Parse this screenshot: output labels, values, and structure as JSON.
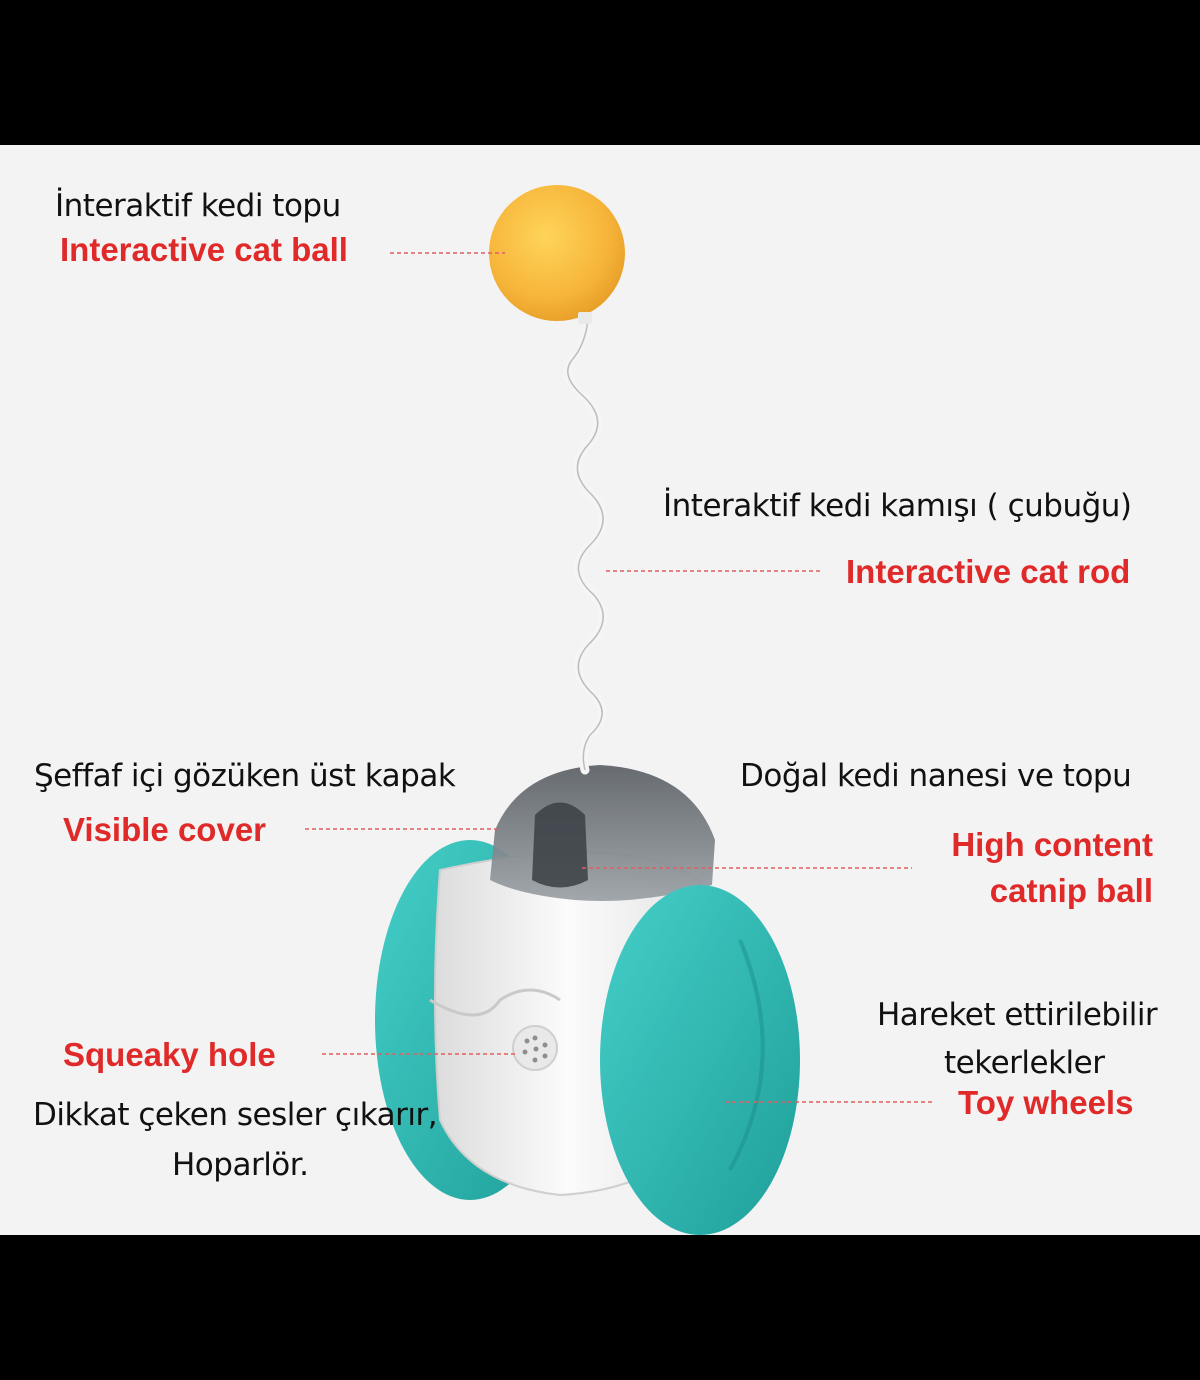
{
  "colors": {
    "frame": "#000000",
    "background": "#f3f3f3",
    "english_label": "#e02a2a",
    "turkish_label": "#111111",
    "ball": "#f6b53a",
    "wheel": "#2bb9b3",
    "body": "#f1f1f1",
    "cover": "#4d5257"
  },
  "labels": {
    "ball_tr": "İnteraktif kedi topu",
    "ball_en": "Interactive cat ball",
    "rod_tr": "İnteraktif kedi  kamışı ( çubuğu)",
    "rod_en": "Interactive cat rod",
    "cover_tr": "Şeffaf içi gözüken üst kapak",
    "cover_en": "Visible cover",
    "catnip_tr": "Doğal kedi nanesi ve topu",
    "catnip_en_line1": "High content",
    "catnip_en_line2": "catnip ball",
    "squeaky_en": "Squeaky hole",
    "squeaky_tr_line1": "Dikkat çeken sesler çıkarır,",
    "squeaky_tr_line2": "Hoparlör.",
    "wheels_tr_line1": "Hareket ettirilebilir",
    "wheels_tr_line2": "tekerlekler",
    "wheels_en": "Toy wheels"
  }
}
